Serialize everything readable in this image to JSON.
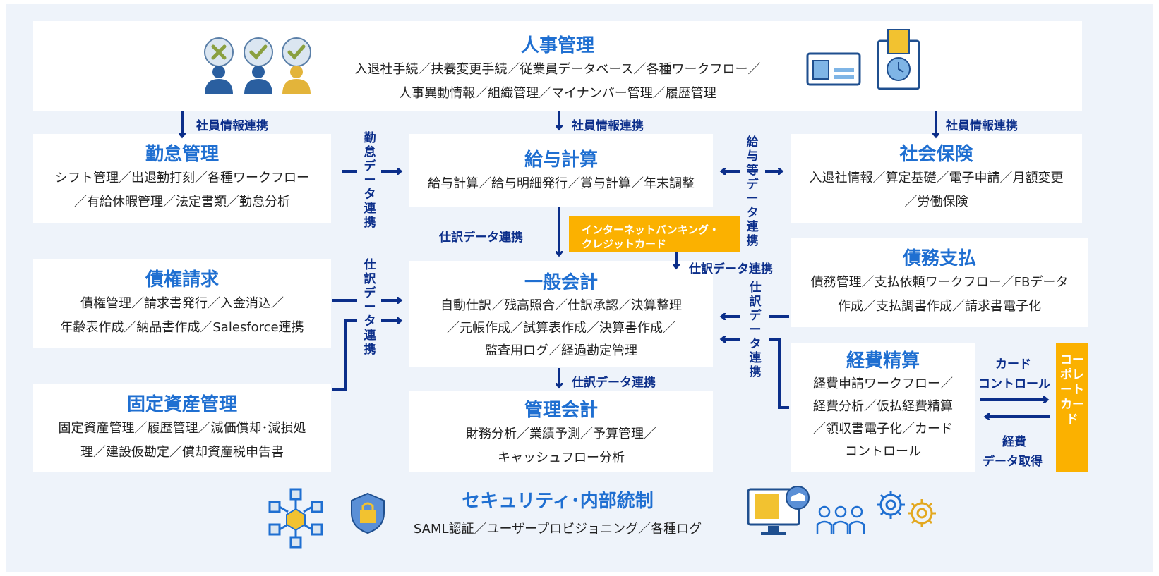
{
  "hr": {
    "title": "人事管理",
    "line1": "入退社手続／扶養変更手続／従業員データベース／各種ワークフロー／",
    "line2": "人事異動情報／組織管理／マイナンバー管理／履歴管理"
  },
  "attendance": {
    "title": "勤怠管理",
    "line1": "シフト管理／出退勤打刻／各種ワークフロー",
    "line2": "／有給休暇管理／法定書類／勤怠分析"
  },
  "payroll": {
    "title": "給与計算",
    "line1": "給与計算／給与明細発行／賞与計算／年末調整"
  },
  "social_insurance": {
    "title": "社会保険",
    "line1": "入退社情報／算定基礎／電子申請／月額変更",
    "line2": "／労働保険"
  },
  "receivables": {
    "title": "債権請求",
    "line1": "債権管理／請求書発行／入金消込／",
    "line2": "年齢表作成／納品書作成／Salesforce連携"
  },
  "general_accounting": {
    "title": "一般会計",
    "line1": "自動仕訳／残高照合／仕訳承認／決算整理",
    "line2": "／元帳作成／試算表作成／決算書作成／",
    "line3": "監査用ログ／経過勘定管理"
  },
  "payables": {
    "title": "債務支払",
    "line1": "債務管理／支払依頼ワークフロー／FBデータ",
    "line2": "作成／支払調書作成／請求書電子化"
  },
  "fixed_assets": {
    "title": "固定資産管理",
    "line1": "固定資産管理／履歴管理／減価償却･減損処",
    "line2": "理／建設仮勘定／償却資産税申告書"
  },
  "management_accounting": {
    "title": "管理会計",
    "line1": "財務分析／業績予測／予算管理／",
    "line2": "キャッシュフロー分析"
  },
  "expenses": {
    "title": "経費精算",
    "line1": "経費申請ワークフロー／",
    "line2": "経費分析／仮払経費精算",
    "line3": "／領収書電子化／カード",
    "line4": "コントロール"
  },
  "security": {
    "title": "セキュリティ･内部統制",
    "line1": "SAML認証／ユーザープロビジョニング／各種ログ"
  },
  "links": {
    "employee_info_1": "社員情報連携",
    "employee_info_2": "社員情報連携",
    "employee_info_3": "社員情報連携",
    "attendance_data": "勤怠データ連携",
    "salary_data": "給与等データ連携",
    "journal_payroll": "仕訳データ連携",
    "journal_banking": "仕訳データ連携",
    "journal_left": "仕訳データ連携",
    "journal_right": "仕訳データ連携",
    "journal_mgmt": "仕訳データ連携",
    "card_control_1": "カード",
    "card_control_2": "コントロール",
    "expense_data_1": "経費",
    "expense_data_2": "データ取得"
  },
  "banking_box": {
    "line1": "インターネットバンキング・",
    "line2": "クレジットカード"
  },
  "corporate_card": "コーポレートカード",
  "colors": {
    "background_panel": "#eef3fa",
    "title_blue": "#1f6fd1",
    "arrow_navy": "#0b2e8a",
    "accent_yellow": "#fbb100",
    "icon_gold": "#e3b43a"
  },
  "icons": [
    "person-reject-icon",
    "person-approve-icon",
    "person-approve-gold-icon",
    "id-card-icon",
    "timecard-icon",
    "network-cube-icon",
    "lock-shield-icon",
    "computer-cloud-icon",
    "team-icon",
    "gears-icon"
  ]
}
